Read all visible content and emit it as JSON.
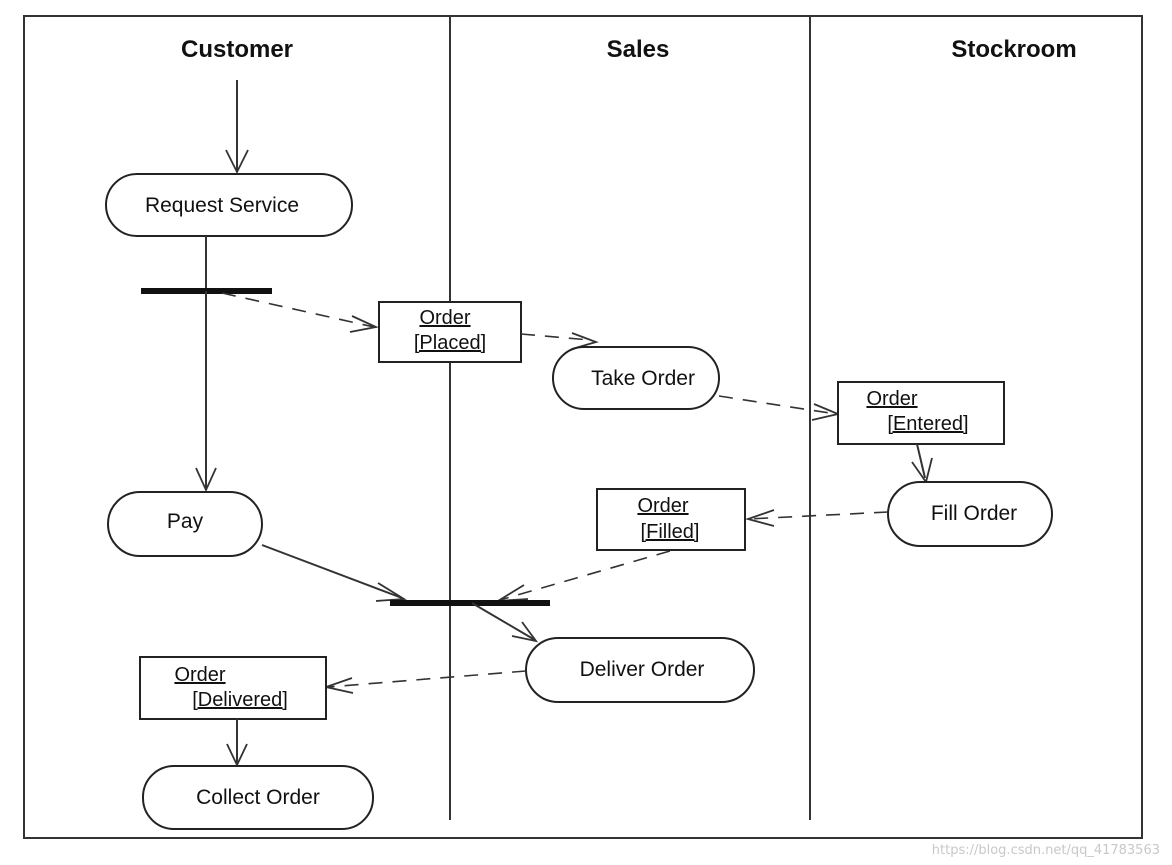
{
  "swimlanes": {
    "customer": "Customer",
    "sales": "Sales",
    "stockroom": "Stockroom"
  },
  "activities": {
    "request_service": "Request Service",
    "take_order": "Take Order",
    "pay": "Pay",
    "fill_order": "Fill Order",
    "deliver_order": "Deliver Order",
    "collect_order": "Collect Order"
  },
  "objects": {
    "order_placed": {
      "name": "Order",
      "state": "[Placed]"
    },
    "order_entered": {
      "name": "Order",
      "state": "[Entered]"
    },
    "order_filled": {
      "name": "Order",
      "state": "[Filled]"
    },
    "order_delivered": {
      "name": "Order",
      "state": "[Delivered]"
    }
  },
  "watermark": "https://blog.csdn.net/qq_41783563"
}
